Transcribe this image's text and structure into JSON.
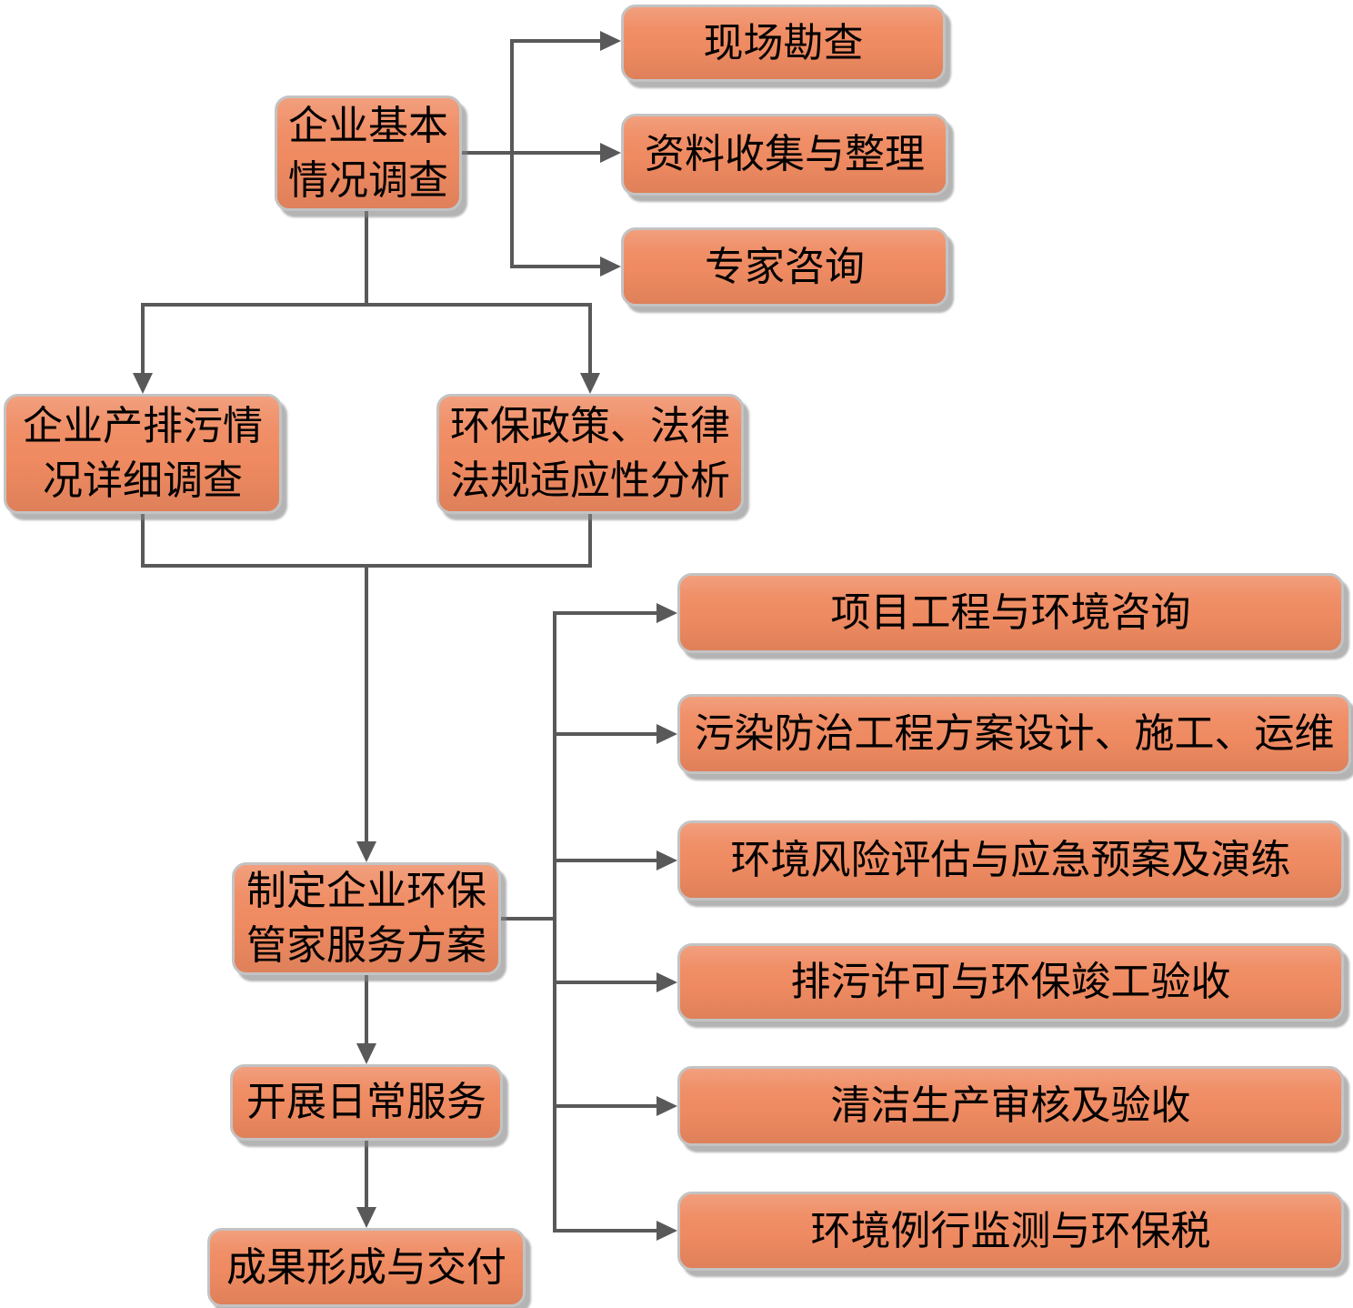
{
  "colors": {
    "node_fill": "#EF8A61",
    "node_border": "#C3C3C3",
    "connector": "#595959",
    "node_text": "#000000",
    "background": "#FFFFFF"
  },
  "flowchart": {
    "stages": {
      "basic_survey": "企业基本\n情况调查",
      "site_survey": "现场勘查",
      "data_collection": "资料收集与整理",
      "expert_consult": "专家咨询",
      "pollution_survey": "企业产排污情\n况详细调查",
      "policy_analysis": "环保政策、法律\n法规适应性分析",
      "service_plan": "制定企业环保\n管家服务方案",
      "daily_service": "开展日常服务",
      "deliverables": "成果形成与交付"
    },
    "services": {
      "project_consult": "项目工程与环境咨询",
      "pollution_control": "污染防治工程方案设计、施工、运维",
      "risk_assessment": "环境风险评估与应急预案及演练",
      "permit_acceptance": "排污许可与环保竣工验收",
      "clean_production": "清洁生产审核及验收",
      "monitoring_tax": "环境例行监测与环保税"
    }
  }
}
